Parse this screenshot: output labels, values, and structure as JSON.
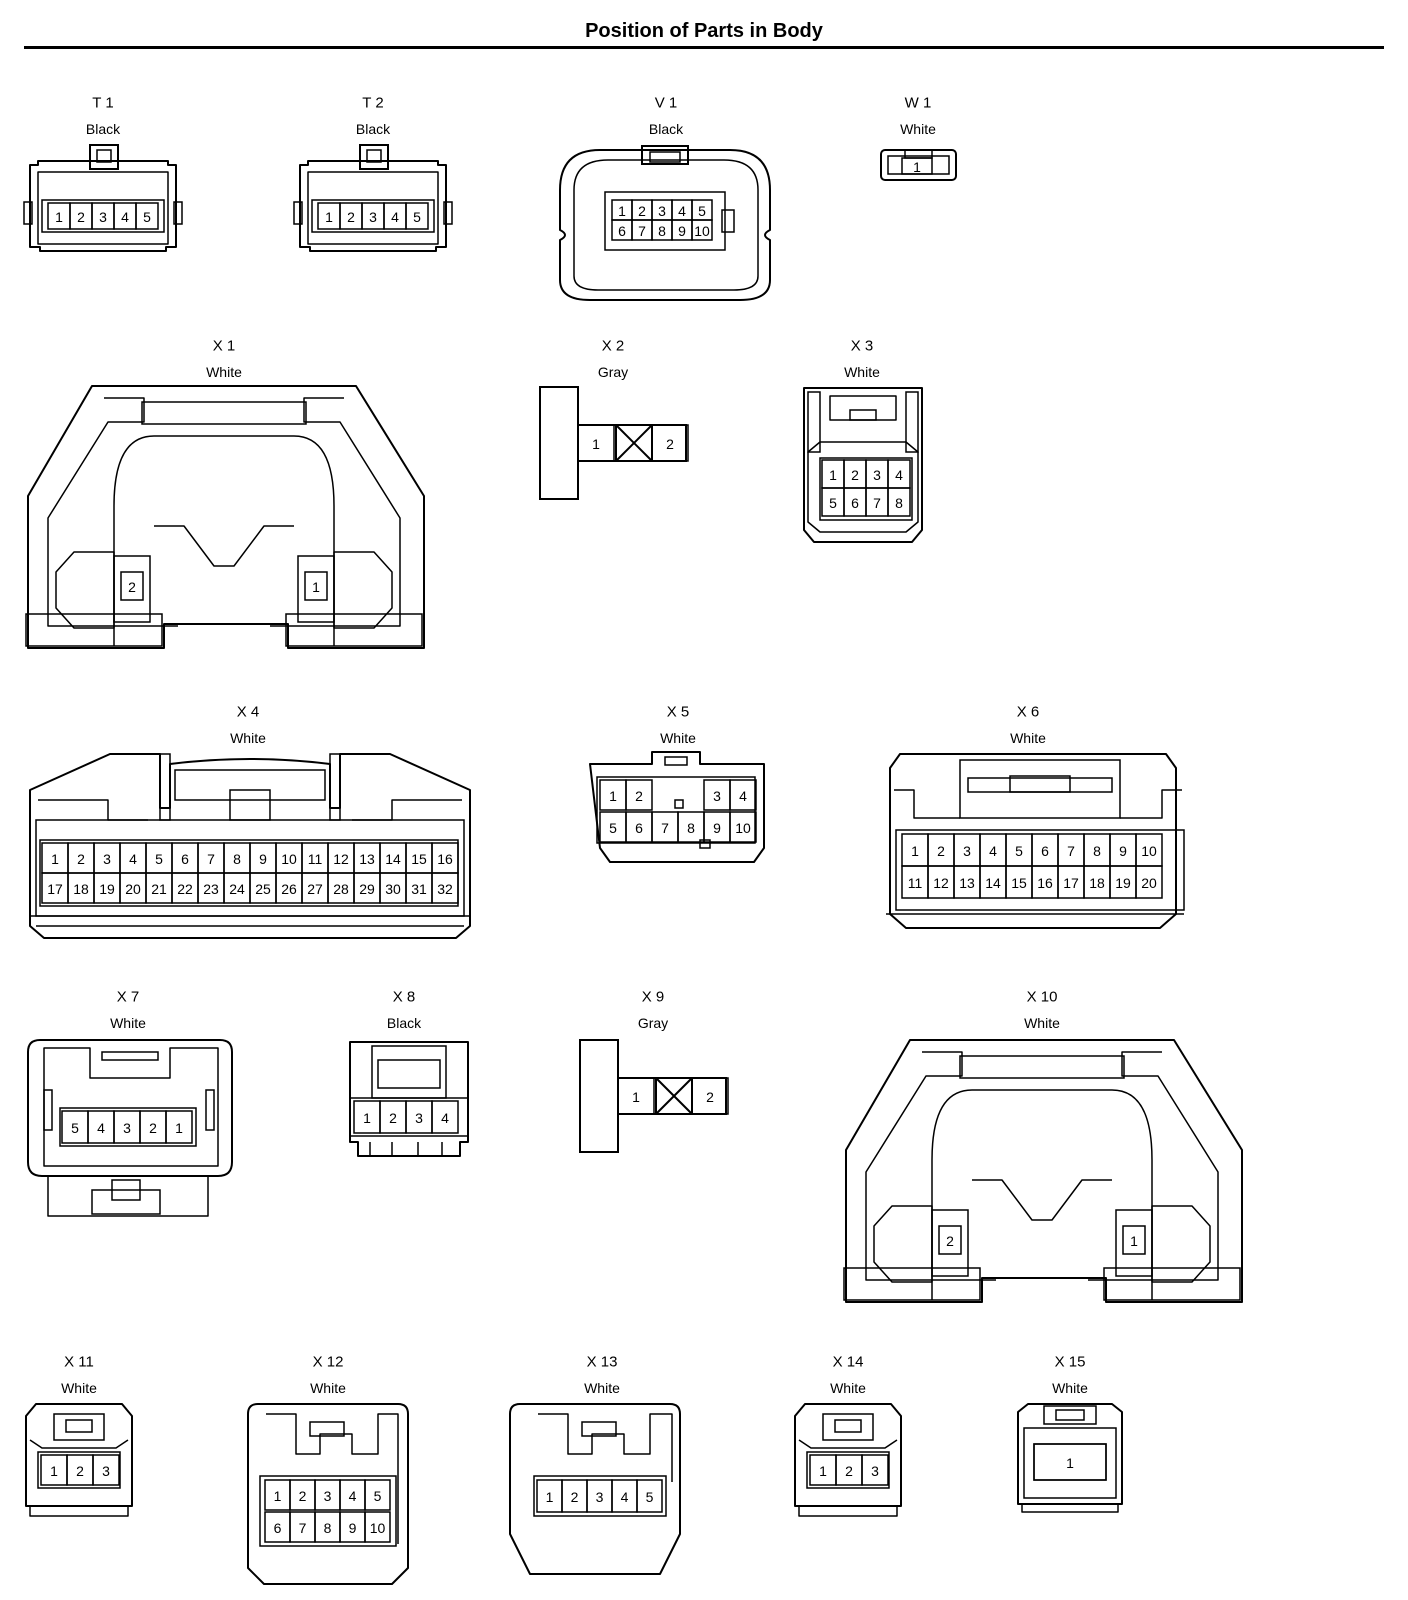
{
  "title": "Position of Parts in Body",
  "connectors": [
    {
      "id": "T1",
      "code": "T 1",
      "color": "Black",
      "rows": [
        [
          "1",
          "2",
          "3",
          "4",
          "5"
        ]
      ]
    },
    {
      "id": "T2",
      "code": "T 2",
      "color": "Black",
      "rows": [
        [
          "1",
          "2",
          "3",
          "4",
          "5"
        ]
      ]
    },
    {
      "id": "V1",
      "code": "V 1",
      "color": "Black",
      "rows": [
        [
          "1",
          "2",
          "3",
          "4",
          "5"
        ],
        [
          "6",
          "7",
          "8",
          "9",
          "10"
        ]
      ]
    },
    {
      "id": "W1",
      "code": "W 1",
      "color": "White",
      "rows": [
        [
          "1"
        ]
      ]
    },
    {
      "id": "X1",
      "code": "X 1",
      "color": "White",
      "rows": [
        [
          "2",
          "1"
        ]
      ]
    },
    {
      "id": "X2",
      "code": "X 2",
      "color": "Gray",
      "rows": [
        [
          "1",
          "2"
        ]
      ]
    },
    {
      "id": "X3",
      "code": "X 3",
      "color": "White",
      "rows": [
        [
          "1",
          "2",
          "3",
          "4"
        ],
        [
          "5",
          "6",
          "7",
          "8"
        ]
      ]
    },
    {
      "id": "X4",
      "code": "X 4",
      "color": "White",
      "rows": [
        [
          "1",
          "2",
          "3",
          "4",
          "5",
          "6",
          "7",
          "8",
          "9",
          "10",
          "11",
          "12",
          "13",
          "14",
          "15",
          "16"
        ],
        [
          "17",
          "18",
          "19",
          "20",
          "21",
          "22",
          "23",
          "24",
          "25",
          "26",
          "27",
          "28",
          "29",
          "30",
          "31",
          "32"
        ]
      ]
    },
    {
      "id": "X5",
      "code": "X 5",
      "color": "White",
      "rows": [
        [
          "1",
          "2",
          "",
          "3",
          "4"
        ],
        [
          "5",
          "6",
          "7",
          "8",
          "9",
          "10"
        ]
      ]
    },
    {
      "id": "X6",
      "code": "X 6",
      "color": "White",
      "rows": [
        [
          "1",
          "2",
          "3",
          "4",
          "5",
          "6",
          "7",
          "8",
          "9",
          "10"
        ],
        [
          "11",
          "12",
          "13",
          "14",
          "15",
          "16",
          "17",
          "18",
          "19",
          "20"
        ]
      ]
    },
    {
      "id": "X7",
      "code": "X 7",
      "color": "White",
      "rows": [
        [
          "5",
          "4",
          "3",
          "2",
          "1"
        ]
      ]
    },
    {
      "id": "X8",
      "code": "X 8",
      "color": "Black",
      "rows": [
        [
          "1",
          "2",
          "3",
          "4"
        ]
      ]
    },
    {
      "id": "X9",
      "code": "X 9",
      "color": "Gray",
      "rows": [
        [
          "1",
          "2"
        ]
      ]
    },
    {
      "id": "X10",
      "code": "X 10",
      "color": "White",
      "rows": [
        [
          "2",
          "1"
        ]
      ]
    },
    {
      "id": "X11",
      "code": "X 11",
      "color": "White",
      "rows": [
        [
          "1",
          "2",
          "3"
        ]
      ]
    },
    {
      "id": "X12",
      "code": "X 12",
      "color": "White",
      "rows": [
        [
          "1",
          "2",
          "3",
          "4",
          "5"
        ],
        [
          "6",
          "7",
          "8",
          "9",
          "10"
        ]
      ]
    },
    {
      "id": "X13",
      "code": "X 13",
      "color": "White",
      "rows": [
        [
          "1",
          "2",
          "3",
          "4",
          "5"
        ]
      ]
    },
    {
      "id": "X14",
      "code": "X 14",
      "color": "White",
      "rows": [
        [
          "1",
          "2",
          "3"
        ]
      ]
    },
    {
      "id": "X15",
      "code": "X 15",
      "color": "White",
      "rows": [
        [
          "1"
        ]
      ]
    }
  ]
}
